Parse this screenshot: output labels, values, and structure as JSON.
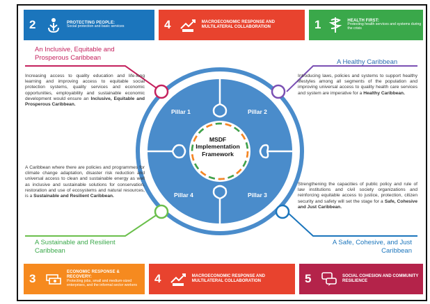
{
  "tiles_top": [
    {
      "number": "2",
      "title": "PROTECTING PEOPLE:",
      "subtitle": "Social protection and basic services",
      "color": "#1b75bc",
      "icon": "people-hands-icon"
    },
    {
      "number": "4",
      "title": "MACROECONOMIC RESPONSE AND MULTILATERAL COLLABORATION",
      "subtitle": "",
      "color": "#e8432e",
      "icon": "growth-chart-icon"
    },
    {
      "number": "1",
      "title": "HEALTH FIRST:",
      "subtitle": "Protecting health services and systems during the crisis",
      "color": "#3aa84a",
      "icon": "health-caduceus-icon"
    }
  ],
  "tiles_bottom": [
    {
      "number": "3",
      "title": "ECONOMIC RESPONSE & RECOVERY:",
      "subtitle": "Protecting jobs, small and medium-sized enterprises, and the informal sector workers",
      "color": "#f68a1f",
      "icon": "money-stack-icon"
    },
    {
      "number": "4",
      "title": "MACROECONOMIC RESPONSE AND MULTILATERAL COLLABORATION",
      "subtitle": "",
      "color": "#e8432e",
      "icon": "growth-chart-icon"
    },
    {
      "number": "5",
      "title": "SOCIAL COHESION AND COMMUNITY RESILIENCE",
      "subtitle": "",
      "color": "#b4234a",
      "icon": "speech-bubbles-icon"
    }
  ],
  "sections": {
    "top_left": {
      "heading_line1": "An Inclusive, Equitable and",
      "heading_line2": "Prosperous Caribbean",
      "heading_color": "#c4215d",
      "text": "Increasing access to quality education and life-long learning and improving access to equitable social protection systems, quality services and economic opportunities, employability and sustainable economic development would ensure an ",
      "bold": "Inclusive, Equitable and Prosperous Caribbean."
    },
    "top_right": {
      "heading_line1": "A Healthy Caribbean",
      "heading_color": "#2b6cb0",
      "text": "Introducing laws, policies and systems to support healthy lifestyles among all segments of the population and improving universal access to quality health care services and system are imperative for a ",
      "bold": "Healthy Caribbean."
    },
    "bottom_left": {
      "heading_line1": "A Sustainable and Resilient",
      "heading_line2": "Caribbean",
      "heading_color": "#3aa84a",
      "text": "A Caribbean where there are policies and programmes for climate change adaptation, disaster risk reduction and universal access to clean and sustainable energy as well as inclusive and sustainable solutions for conservation, restoration and use of ecosystems and natural resources, is a ",
      "bold": "Sustainable and Resilient Caribbean."
    },
    "bottom_right": {
      "heading_line1": "A Safe, Cohesive, and Just",
      "heading_line2": "Caribbean",
      "heading_color": "#1b75bc",
      "text": "Strengthening the capacities of public policy and rule of law institutions and civil society organizations and reinforcing equitable access to justice, protection, citizen security and safety will set the stage for a ",
      "bold": "Safe, Cohesive and Just Caribbean."
    }
  },
  "pillars": [
    "Pillar 1",
    "Pillar 2",
    "Pillar 3",
    "Pillar 4"
  ],
  "center": {
    "line1": "MSDF",
    "line2": "Implementation",
    "line3": "Framework"
  },
  "colors": {
    "puzzle": "#4a8ccb",
    "ring": "#4a8ccb",
    "line_pink": "#c4215d",
    "line_purple": "#7a4fb3",
    "line_green": "#6abf4b",
    "line_blue": "#1b75bc"
  }
}
